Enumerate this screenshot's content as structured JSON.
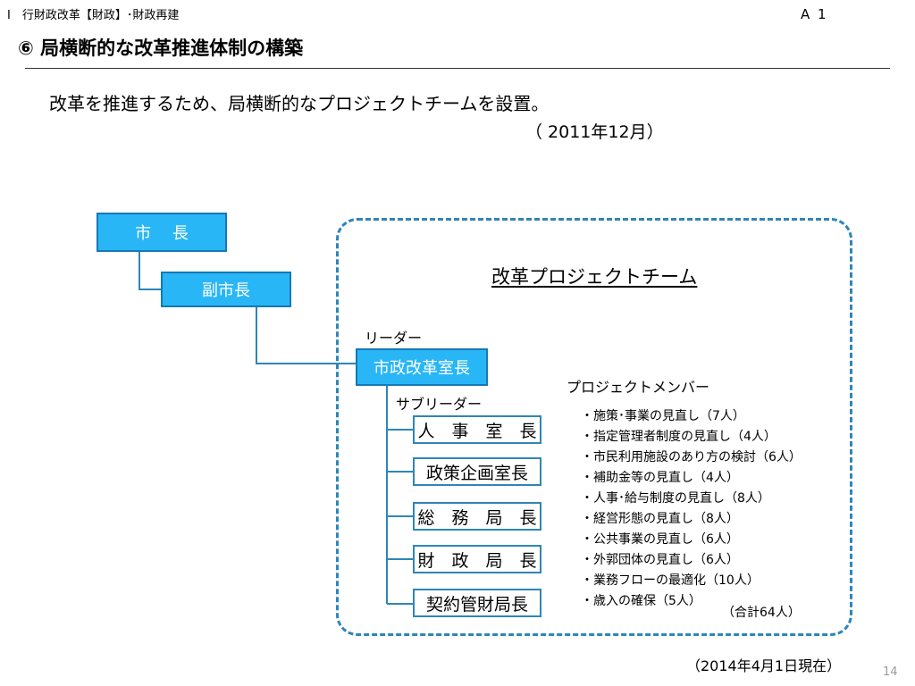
{
  "header": {
    "section": "Ⅰ　行財政改革【財政】･財政再建",
    "page_id": "A 1",
    "title": "⑥ 局横断的な改革推進体制の構築"
  },
  "description": {
    "text": "改革を推進するため、局横断的なプロジェクトチームを設置。",
    "date": "（ 2011年12月）"
  },
  "org": {
    "mayor": "市　 長",
    "vice_mayor": "副市長",
    "leader_label": "リーダー",
    "reform_head": "市政改革室長",
    "subleader_label": "サブリーダー",
    "subleaders": [
      "人　事　室　長",
      "政策企画室長",
      "総　務　局　長",
      "財　政　局　長",
      "契約管財局長"
    ]
  },
  "team": {
    "title": "改革プロジェクトチーム",
    "members_label": "プロジェクトメンバー",
    "members": [
      "・施策･事業の見直し（7人）",
      "・指定管理者制度の見直し（4人）",
      "・市民利用施設のあり方の検討（6人）",
      "・補助金等の見直し（4人）",
      "・人事･給与制度の見直し（8人）",
      "・経営形態の見直し（8人）",
      "・公共事業の見直し（6人）",
      "・外郭団体の見直し（6人）",
      "・業務フローの最適化（10人）",
      "・歳入の確保（5人）"
    ],
    "total": "（合計64人）"
  },
  "footer": {
    "as_of": "（2014年4月1日現在）",
    "page_number": "14"
  },
  "colors": {
    "box_fill": "#29B6F6",
    "box_border": "#1479B5",
    "connector": "#2E86B8"
  }
}
